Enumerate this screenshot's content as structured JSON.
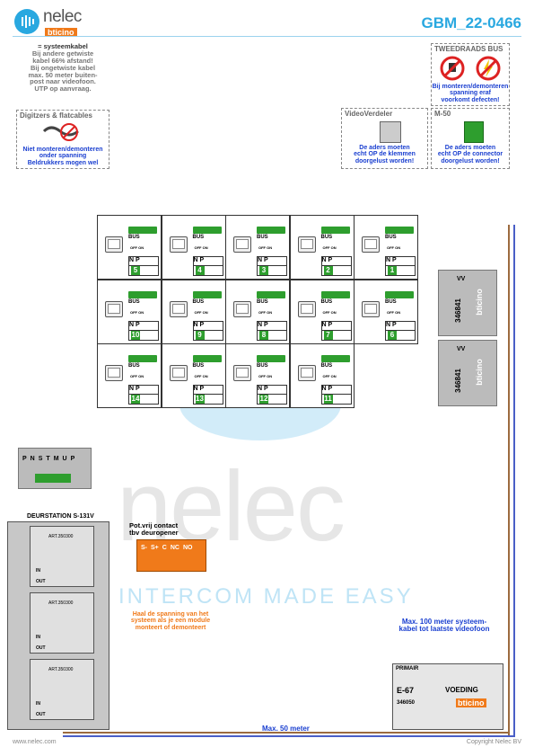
{
  "brand": {
    "name": "nelec",
    "tagline": "INTERCOM MADE EASY",
    "sub": "bticino"
  },
  "doc_id": "GBM_22-0466",
  "legend_cable": {
    "title": "= systeemkabel",
    "lines": [
      "Bij andere getwiste",
      "kabel 66% afstand!",
      "Bij ongetwiste kabel",
      "max. 50 meter buiten-",
      "post naar videofoon.",
      "UTP op aanvraag."
    ]
  },
  "digitizers": {
    "title": "Digitzers & flatcables",
    "warning": [
      "Niet monteren/demonteren",
      "onder spanning",
      "Beldrukkers mogen wel"
    ]
  },
  "tweedraads": {
    "title": "TWEEDRAADS BUS",
    "warning": [
      "Bij monteren/demonteren",
      "spanning eraf",
      "voorkomt defecten!"
    ]
  },
  "videoverdeler": {
    "title": "VideoVerdeler",
    "warning": [
      "De aders moeten",
      "echt OP de klemmen",
      "doorgelust worden!"
    ]
  },
  "m50": {
    "title": "M-50",
    "warning": [
      "De aders moeten",
      "echt OP de connector",
      "doorgelust worden!"
    ]
  },
  "monitors": {
    "row1": [
      "5",
      "4",
      "3",
      "2",
      "1"
    ],
    "row2": [
      "10",
      "9",
      "8",
      "7",
      "6"
    ],
    "row3": [
      "14",
      "13",
      "12",
      "11"
    ],
    "bus_label": "BUS",
    "switch_label": "OFF ON",
    "n": "N",
    "p": "P"
  },
  "distributor": {
    "code": "346841",
    "label": "VV"
  },
  "dip": {
    "labels": [
      "P",
      "N",
      "S",
      "T",
      "M",
      "U",
      "P"
    ]
  },
  "deurstation": {
    "title": "DEURSTATION S-131V",
    "module_code": "ART.350300",
    "in": "IN",
    "out": "OUT"
  },
  "contact": {
    "title": [
      "Pot.vrij contact",
      "tbv deuropener"
    ],
    "terminals": [
      "S-",
      "S+",
      "C",
      "NC",
      "NO"
    ]
  },
  "module_warning": [
    "Haal de spanning van het",
    "systeem als je een module",
    "monteert of demonteert"
  ],
  "max100": [
    "Max. 100 meter systeem-",
    "kabel tot laatste videofoon"
  ],
  "max50": "Max. 50 meter",
  "psu": {
    "primair": "PRIMAIR",
    "model": "E-67",
    "voeding": "VOEDING",
    "code": "346050",
    "brand": "bticino"
  },
  "footer": {
    "left": "www.nelec.com",
    "right": "Copyright Nelec BV"
  },
  "colors": {
    "accent": "#29a8e0",
    "bus_blue": "#4a5fc7",
    "bus_brown": "#9c6b3f",
    "green": "#2e9e2e",
    "orange": "#f07a1a",
    "warning_text": "#1a3fd0"
  }
}
